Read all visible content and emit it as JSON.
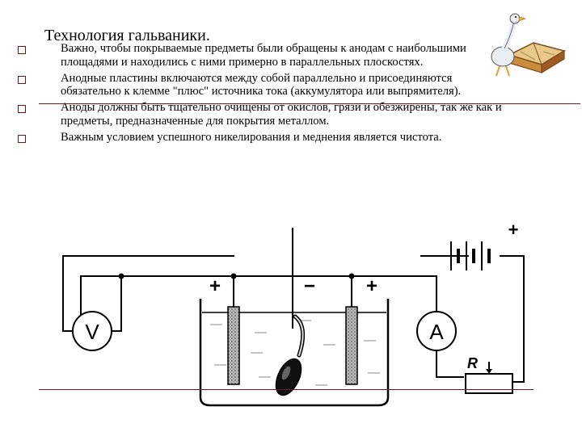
{
  "slide": {
    "title": "Технология гальваники.",
    "bullets": [
      "Важно, чтобы покрываемые предметы были обращены к анодам с наибольшими площадями и находились с ними примерно в параллельных плоскостях.",
      "Анодные пластины включаются между собой параллельно и присоединяются обязательно к клемме \"плюс\" источника тока (аккумулятора или выпрямителя).",
      "Аноды должны быть тщательно очищены от окислов, грязи и обезжирены, так же как и предметы, предназначенные для покрытия металлом.",
      "Важным условием успешного никелирования и меднения является чистота."
    ]
  },
  "diagram": {
    "voltmeter_label": "V",
    "ammeter_label": "A",
    "resistor_label": "R",
    "battery_plus": "+",
    "anode_left_sign": "+",
    "cathode_sign": "−",
    "anode_right_sign": "+"
  },
  "colors": {
    "bullet_border": "#6b1a1a",
    "rule": "#6b1a1a"
  },
  "icons": {
    "logo": "goose-reading-book-icon"
  }
}
